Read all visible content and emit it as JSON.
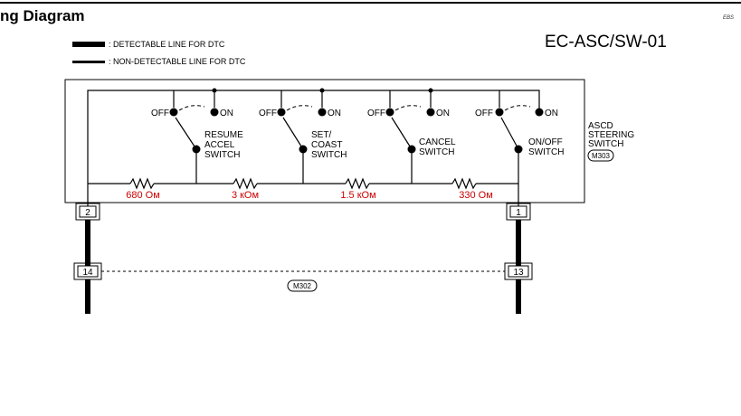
{
  "header": {
    "title": "ng Diagram",
    "code": "EBS",
    "reference": "EC-ASC/SW-01"
  },
  "legend": {
    "detectable": ": DETECTABLE LINE FOR DTC",
    "non_detectable": ": NON-DETECTABLE LINE FOR DTC"
  },
  "component": {
    "name_line1": "ASCD",
    "name_line2": "STEERING",
    "name_line3": "SWITCH",
    "connector": "M303"
  },
  "switches": [
    {
      "off": "OFF",
      "on": "ON",
      "l1": "RESUME",
      "l2": "ACCEL",
      "l3": "SWITCH"
    },
    {
      "off": "OFF",
      "on": "ON",
      "l1": "SET/",
      "l2": "COAST",
      "l3": "SWITCH"
    },
    {
      "off": "OFF",
      "on": "ON",
      "l1": "CANCEL",
      "l2": "SWITCH",
      "l3": ""
    },
    {
      "off": "OFF",
      "on": "ON",
      "l1": "ON/OFF",
      "l2": "SWITCH",
      "l3": ""
    }
  ],
  "resistors": [
    "680 Ом",
    "3 кОм",
    "1.5 кОм",
    "330 Ом"
  ],
  "terminals": {
    "left_top": "2",
    "right_top": "1",
    "left_bottom": "14",
    "right_bottom": "13",
    "harness_connector": "M302"
  },
  "colors": {
    "resistor_label": "#cc0000"
  }
}
